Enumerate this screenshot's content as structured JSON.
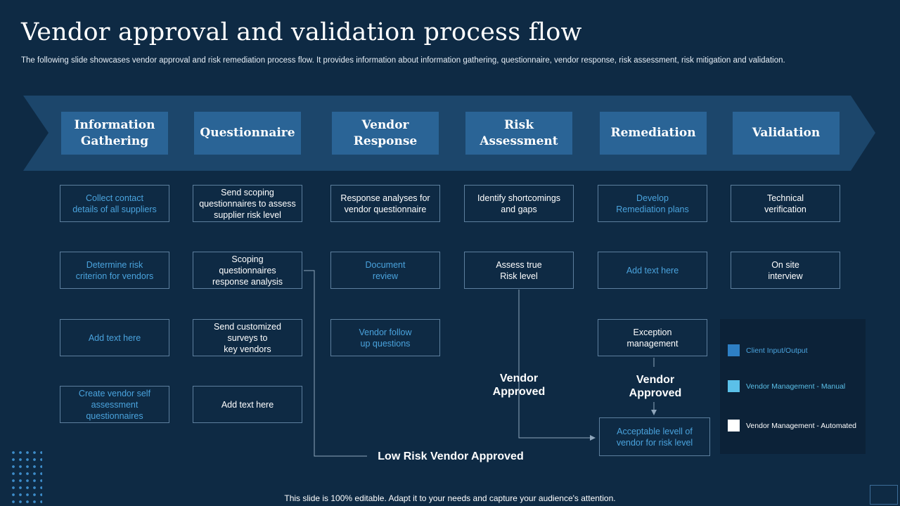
{
  "header": {
    "title": "Vendor approval and validation process flow",
    "subtitle": "The following slide showcases vendor approval and risk remediation process flow. It provides information about information gathering, questionnaire, vendor response, risk assessment, risk mitigation and validation."
  },
  "stages": [
    {
      "label": "Information\nGathering"
    },
    {
      "label": "Questionnaire"
    },
    {
      "label": "Vendor\nResponse"
    },
    {
      "label": "Risk\nAssessment"
    },
    {
      "label": "Remediation"
    },
    {
      "label": "Validation"
    }
  ],
  "columns": [
    {
      "items": [
        {
          "text": "Collect contact\ndetails of all suppliers",
          "category": "client"
        },
        {
          "text": "Determine risk\ncriterion for vendors",
          "category": "client"
        },
        {
          "text": "Add text here",
          "category": "client"
        },
        {
          "text": "Create vendor  self\nassessment\nquestionnaires",
          "category": "client"
        }
      ]
    },
    {
      "items": [
        {
          "text": "Send scoping\nquestionnaires  to assess\nsupplier risk level",
          "category": "automated"
        },
        {
          "text": "Scoping\nquestionnaires\nresponse analysis",
          "category": "automated"
        },
        {
          "text": "Send customized\nsurveys to\nkey vendors",
          "category": "automated"
        },
        {
          "text": "Add text here",
          "category": "automated"
        }
      ]
    },
    {
      "items": [
        {
          "text": "Response analyses for\nvendor  questionnaire",
          "category": "automated"
        },
        {
          "text": "Document\nreview",
          "category": "client"
        },
        {
          "text": "Vendor follow\nup questions",
          "category": "client"
        }
      ]
    },
    {
      "items": [
        {
          "text": "Identify shortcomings\nand gaps",
          "category": "automated"
        },
        {
          "text": "Assess true\nRisk level",
          "category": "automated"
        }
      ]
    },
    {
      "items": [
        {
          "text": "Develop\nRemediation  plans",
          "category": "client"
        },
        {
          "text": "Add text here",
          "category": "client"
        },
        {
          "text": "Exception\nmanagement",
          "category": "automated"
        }
      ]
    },
    {
      "items": [
        {
          "text": "Technical\nverification",
          "category": "automated"
        },
        {
          "text": "On site\ninterview",
          "category": "automated"
        }
      ]
    }
  ],
  "outcomes": {
    "vendor_approved_risk": "Vendor\nApproved",
    "vendor_approved_remediation": "Vendor\nApproved",
    "low_risk": "Low Risk Vendor Approved",
    "acceptable_level": "Acceptable levell  of\nvendor  for risk level"
  },
  "legend": [
    {
      "label": "Client Input/Output",
      "color": "#2e7fc4",
      "text_color": "#4aa3dd"
    },
    {
      "label": "Vendor Management - Manual",
      "color": "#5bc0e8",
      "text_color": "#5bc0e8"
    },
    {
      "label": "Vendor Management - Automated",
      "color": "#ffffff",
      "text_color": "#ffffff"
    }
  ],
  "footer": "This slide is 100% editable. Adapt it to your needs and capture your audience's attention.",
  "colors": {
    "background": "#0e2a44",
    "band": "#1c466b",
    "stage": "#2a6496",
    "client_text": "#4aa3dd",
    "connector": "#8fa6bb"
  }
}
